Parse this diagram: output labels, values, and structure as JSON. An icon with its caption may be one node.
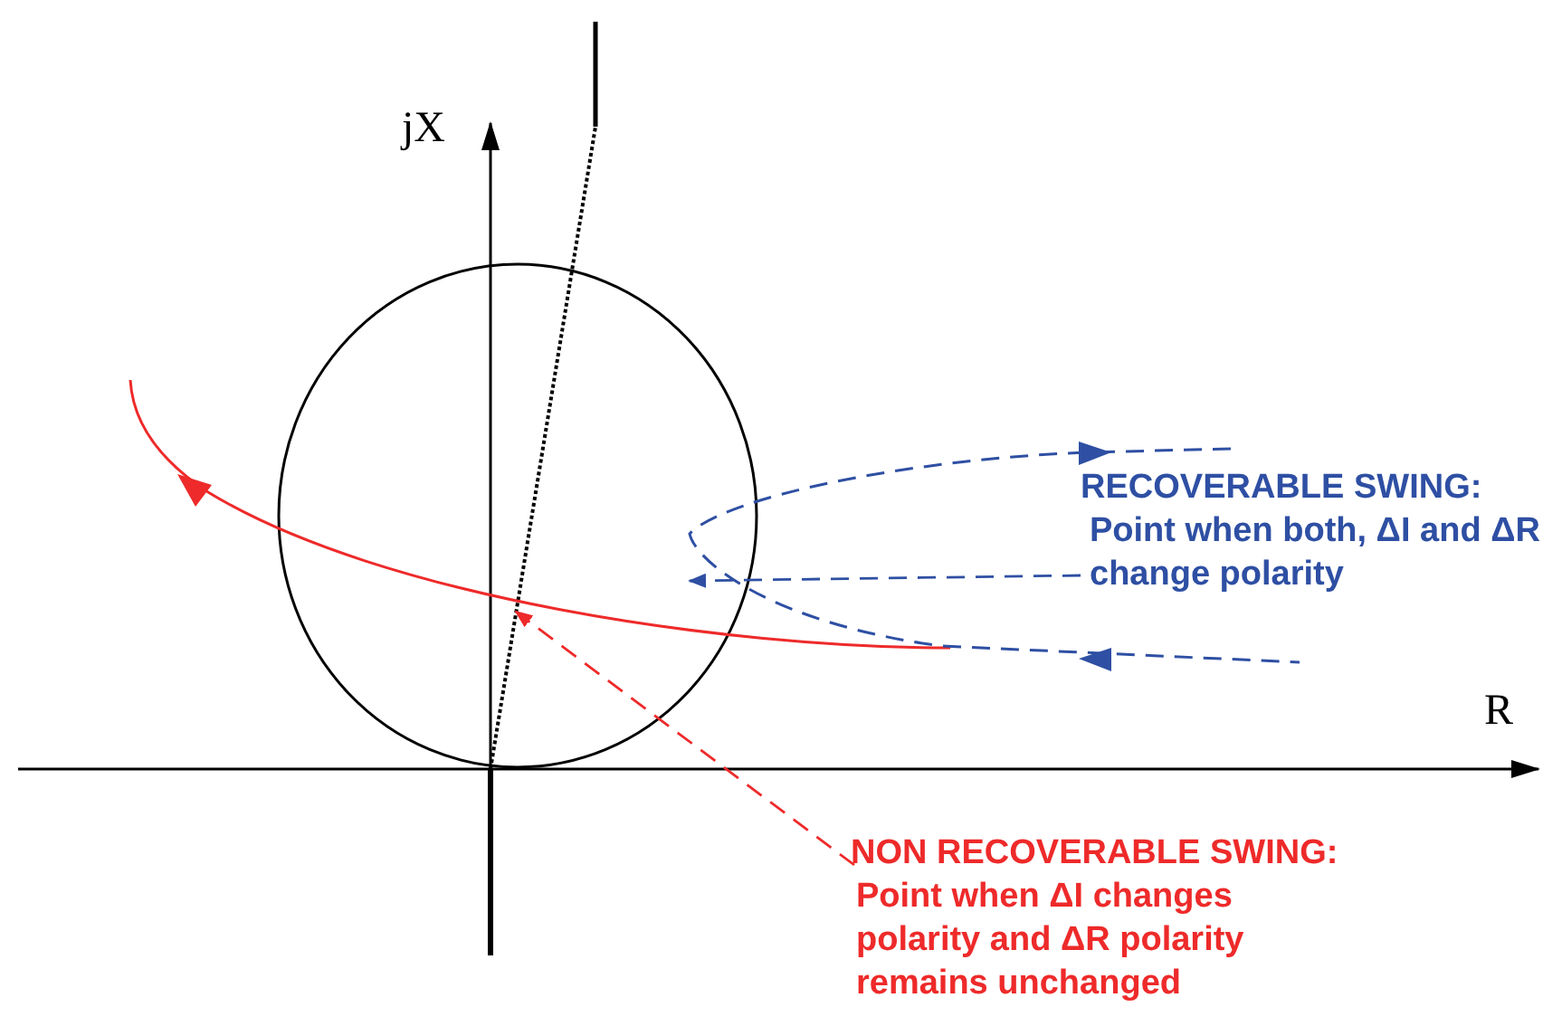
{
  "diagram": {
    "nodes": [
      {
        "text": [
          "RECOVERABLE SWING:",
          "Point when both, ΔI and ΔR change polarity"
        ]
      },
      {
        "text": [
          "NON RECOVERABLE SWING:",
          "Point when ΔI changes polarity and ΔR polarity remains unchanged"
        ]
      },
      {
        "text": [],
        "shape": "circle"
      },
      {
        "text": [],
        "shape": "curve"
      },
      {
        "text": [],
        "shape": "curve"
      }
    ],
    "edges": [
      {
        "from": 0,
        "to": 4,
        "arrow": "to",
        "style": "dashed",
        "color": "#2e4fa3"
      },
      {
        "from": 1,
        "to": 3,
        "arrow": "to",
        "style": "dashed",
        "color": "#ee2a2a"
      }
    ],
    "labels": [
      "jX",
      "R"
    ]
  }
}
